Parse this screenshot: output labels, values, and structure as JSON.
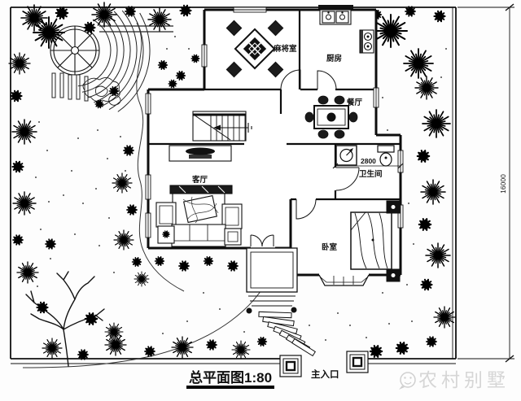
{
  "colors": {
    "ink": "#111111",
    "paper": "#fdfdfd",
    "watermark_gray": "#d6d6d6"
  },
  "plan_title": "总平面图1:80",
  "rooms": {
    "mahjong": "麻将室",
    "kitchen": "厨房",
    "dining": "餐厅",
    "living": "客厅",
    "bathroom": "卫生间",
    "bedroom": "卧室"
  },
  "entrance": {
    "label": "主入口"
  },
  "dimensions": {
    "site_depth": "16000",
    "bathroom_width": "2800"
  },
  "watermark": {
    "text": "农村别墅"
  }
}
